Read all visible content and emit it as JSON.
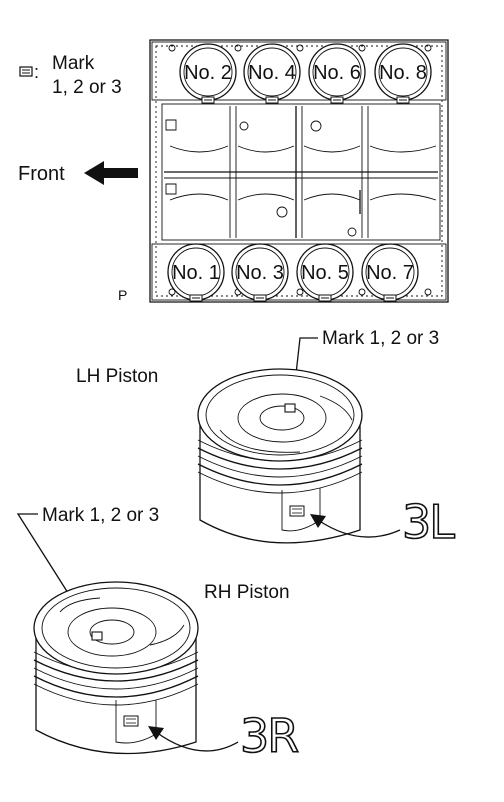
{
  "legend": {
    "symbol_icon": "mark-symbol-icon",
    "mark_label_line1": "Mark",
    "mark_label_line2": "1, 2 or 3"
  },
  "front_label": "Front",
  "view_code": "P",
  "cylinders": {
    "top_row": [
      "No. 2",
      "No. 4",
      "No. 6",
      "No. 8"
    ],
    "bottom_row": [
      "No. 1",
      "No. 3",
      "No. 5",
      "No. 7"
    ]
  },
  "lh_piston": {
    "title": "LH Piston",
    "mark_callout": "Mark 1, 2 or 3",
    "stamp": "3L"
  },
  "rh_piston": {
    "title": "RH Piston",
    "mark_callout": "Mark 1, 2 or 3",
    "stamp": "3R"
  },
  "colors": {
    "ink": "#111111",
    "paper": "#ffffff"
  }
}
